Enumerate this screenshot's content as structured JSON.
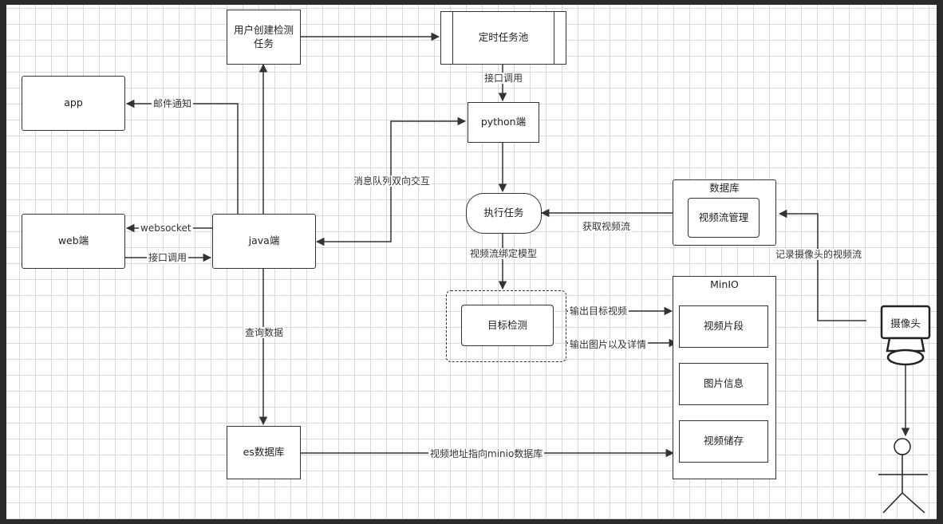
{
  "nodes": {
    "create_task": "用户创建检测\n任务",
    "timer_pool": "定时任务池",
    "app": "app",
    "python": "python端",
    "web": "web端",
    "java": "java端",
    "exec_task": "执行任务",
    "db_title": "数据库",
    "stream_mgmt": "视频流管理",
    "minio_title": "MinIO",
    "detect": "目标检测",
    "clip": "视频片段",
    "image_info": "图片信息",
    "video_store": "视频储存",
    "es_db": "es数据库",
    "camera": "摄像头"
  },
  "edges": {
    "api_call_1": "接口调用",
    "mail_notify": "邮件通知",
    "mq_bidirectional": "消息队列双向交互",
    "websocket": "websocket",
    "api_call_2": "接口调用",
    "get_stream": "获取视频流",
    "bind_model": "视频流绑定模型",
    "record_stream": "记录摄像头的视频流",
    "output_video": "输出目标视频",
    "output_images": "输出图片以及详情",
    "query_data": "查询数据",
    "video_addr": "视频地址指向minio数据库"
  }
}
